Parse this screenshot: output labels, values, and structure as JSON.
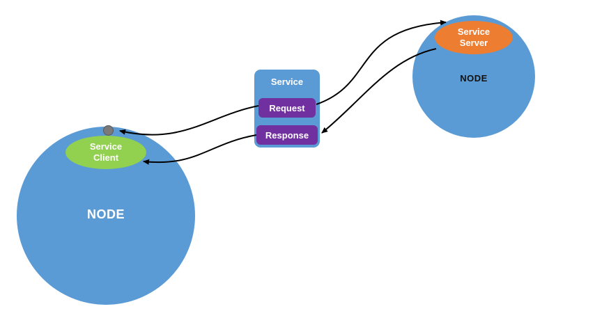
{
  "diagram": {
    "background": "#ffffff",
    "colors": {
      "node_blue": "#5b9bd5",
      "client_green": "#92d050",
      "server_orange": "#ed7d31",
      "message_purple": "#7030a0",
      "dot_gray": "#7a7a7a",
      "arrow_black": "#000000"
    },
    "left_node": {
      "label": "NODE"
    },
    "right_node": {
      "label": "NODE"
    },
    "service_client": {
      "label": "Service Client"
    },
    "service_server": {
      "label": "Service Server"
    },
    "service_box": {
      "title": "Service",
      "request_label": "Request",
      "response_label": "Response"
    },
    "edges": [
      {
        "from": "request-box",
        "to": "service-server-oval",
        "arrowhead_at": "to"
      },
      {
        "from": "service-server-oval",
        "to": "response-box",
        "arrowhead_at": "to"
      },
      {
        "from": "request-box",
        "to": "connection-dot",
        "arrowhead_at": "to"
      },
      {
        "from": "response-box",
        "to": "service-client-oval",
        "arrowhead_at": "to"
      }
    ]
  }
}
